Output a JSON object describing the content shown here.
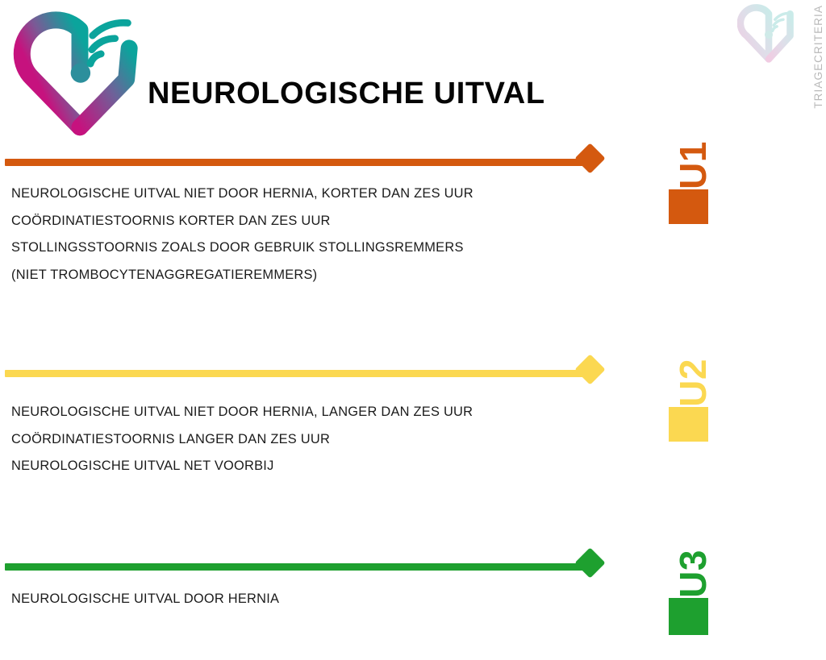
{
  "header": {
    "title": "NEUROLOGISCHE UITVAL",
    "logo_icon": "heart-wifi-logo"
  },
  "watermark": {
    "text": "TRIAGECRITERIA",
    "logo_icon": "heart-wifi-logo-faded"
  },
  "sections": [
    {
      "code": "U1",
      "color": "#D4590F",
      "criteria": [
        "NEUROLOGISCHE UITVAL NIET DOOR HERNIA, KORTER DAN ZES UUR",
        "COÖRDINATIESTOORNIS KORTER DAN ZES UUR",
        "STOLLINGSSTOORNIS ZOALS DOOR GEBRUIK STOLLINGSREMMERS",
        "(NIET TROMBOCYTENAGGREGATIEREMMERS)"
      ]
    },
    {
      "code": "U2",
      "color": "#FBD851",
      "criteria": [
        "NEUROLOGISCHE UITVAL NIET DOOR HERNIA, LANGER DAN ZES UUR",
        "COÖRDINATIESTOORNIS LANGER DAN ZES UUR",
        "NEUROLOGISCHE UITVAL NET VOORBIJ"
      ]
    },
    {
      "code": "U3",
      "color": "#1EA02F",
      "criteria": [
        "NEUROLOGISCHE UITVAL DOOR HERNIA"
      ]
    }
  ]
}
